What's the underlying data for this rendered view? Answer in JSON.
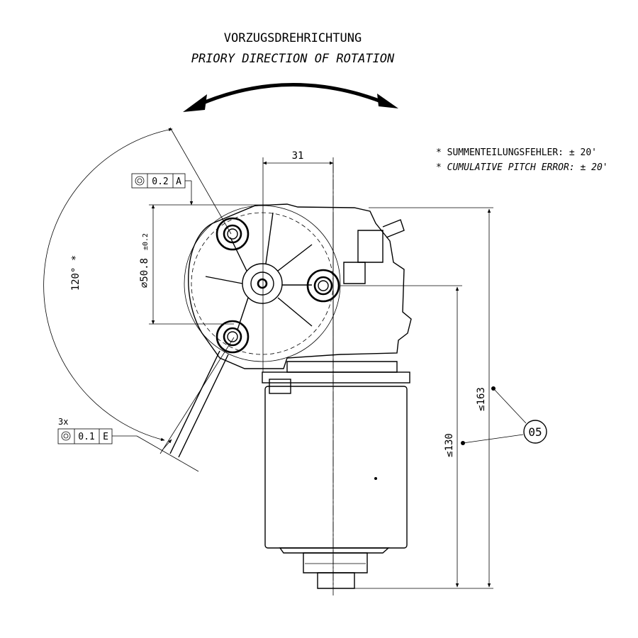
{
  "header": {
    "title_de": "VORZUGSDREHRICHTUNG",
    "title_en": "PRIORY DIRECTION OF ROTATION"
  },
  "notes": {
    "note_de": "* SUMMENTEILUNGSFEHLER: ± 20'",
    "note_en": "* CUMULATIVE PITCH ERROR: ± 20'"
  },
  "dimensions": {
    "offset": "31",
    "angle": "120° *",
    "diameter": "∅50.8",
    "diameter_tol": "±0.2",
    "height_total": "≤163",
    "height_lower": "≤130"
  },
  "tolerance_frames": {
    "top": {
      "symbol": "concentricity-icon",
      "value": "0.2",
      "datum": "A"
    },
    "bottom": {
      "multiplier": "3x",
      "symbol": "concentricity-icon",
      "value": "0.1",
      "datum": "E"
    }
  },
  "balloon": {
    "label": "05"
  }
}
